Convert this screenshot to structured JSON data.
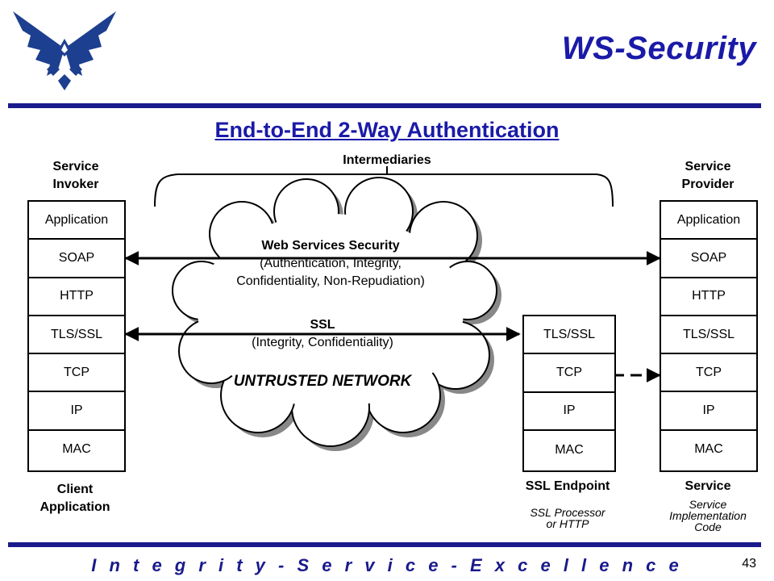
{
  "slide": {
    "title": "WS-Security",
    "subtitle": "End-to-End 2-Way Authentication",
    "footer": "I n t e g r i t y  -  S e r v i c e  -  E x c e l l e n c e",
    "page_number": "43"
  },
  "diagram": {
    "intermediaries_label": "Intermediaries",
    "invoker": {
      "header_line1": "Service",
      "header_line2": "Invoker",
      "layers": [
        "Application",
        "SOAP",
        "HTTP",
        "TLS/SSL",
        "TCP",
        "IP",
        "MAC"
      ],
      "footer_line1": "Client",
      "footer_line2": "Application"
    },
    "ssl_endpoint": {
      "layers": [
        "TLS/SSL",
        "TCP",
        "IP",
        "MAC"
      ],
      "footer_title": "SSL Endpoint",
      "footer_line1": "SSL Processor",
      "footer_line2": "or HTTP"
    },
    "provider": {
      "header_line1": "Service",
      "header_line2": "Provider",
      "layers": [
        "Application",
        "SOAP",
        "HTTP",
        "TLS/SSL",
        "TCP",
        "IP",
        "MAC"
      ],
      "footer_title": "Service",
      "footer_line1": "Service",
      "footer_line2": "Implementation",
      "footer_line3": "Code"
    },
    "cloud": {
      "wss_title": "Web Services Security",
      "wss_line1": "(Authentication, Integrity,",
      "wss_line2": "Confidentiality, Non-Repudiation)",
      "ssl_title": "SSL",
      "ssl_line1": "(Integrity, Confidentiality)",
      "network_label": "UNTRUSTED NETWORK"
    }
  },
  "colors": {
    "brand_blue": "#1a1aa8",
    "rule_navy": "#1a1a8c"
  },
  "icons": {
    "logo": "air-force-wings-logo"
  }
}
